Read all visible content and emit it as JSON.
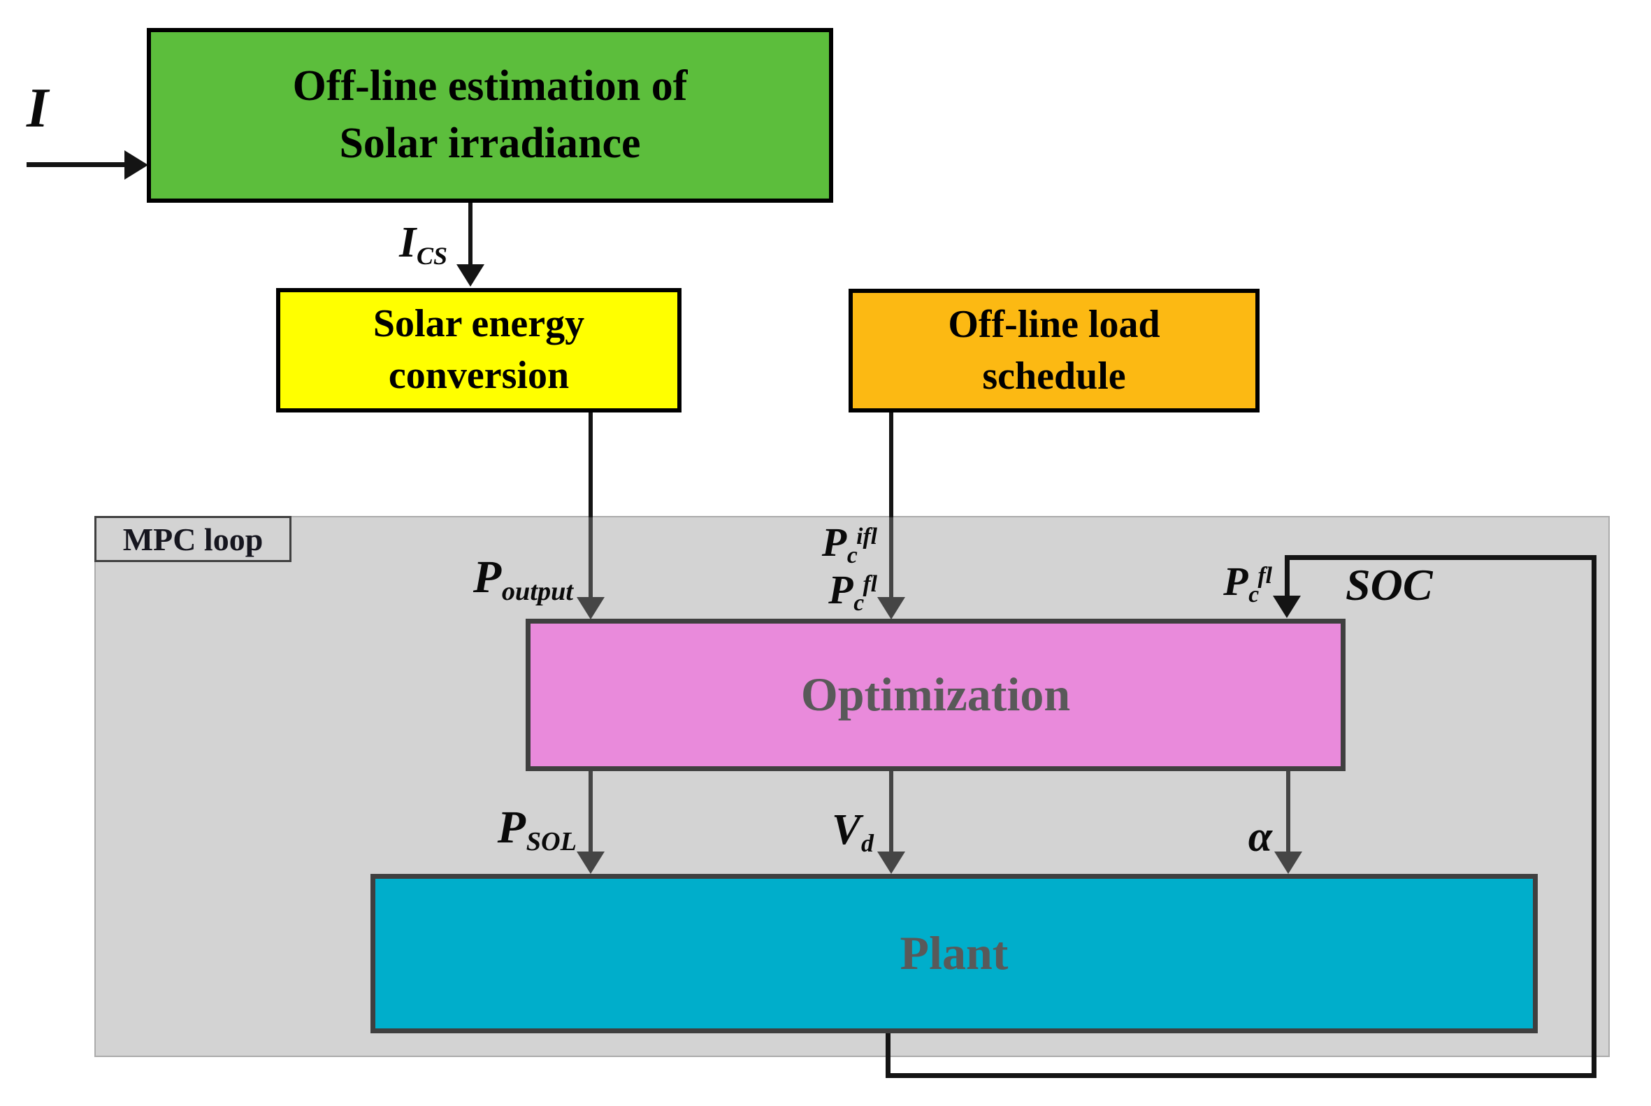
{
  "colors": {
    "green": "#5cbe3c",
    "yellow": "#ffff00",
    "orange": "#fcb913",
    "pink": "#e98adb",
    "cyan": "#00aecb",
    "gray": "#d3d3d3",
    "box_border_dark": "#3f3f3f",
    "inner_text": "#595959",
    "line_black": "#141414",
    "line_gray": "#454545"
  },
  "blocks": {
    "solar_estimation": {
      "line1": "Off-line estimation of",
      "line2": "Solar irradiance"
    },
    "solar_conversion": {
      "line1": "Solar energy",
      "line2": "conversion"
    },
    "load_schedule": {
      "line1": "Off-line load",
      "line2": "schedule"
    },
    "optimization": {
      "label": "Optimization"
    },
    "plant": {
      "label": "Plant"
    }
  },
  "mpc_loop": {
    "label": "MPC loop"
  },
  "signals": {
    "i": {
      "base": "I"
    },
    "ics": {
      "base": "I",
      "sub": "CS"
    },
    "p_output": {
      "base": "P",
      "sub": "output"
    },
    "pc_ifl": {
      "base": "P",
      "sub": "c",
      "sup": "ifl"
    },
    "pc_fl_left": {
      "base": "P",
      "sub": "c",
      "sup": "fl"
    },
    "pc_fl_right": {
      "base": "P",
      "sub": "c",
      "sup": "fl"
    },
    "soc": {
      "base": "SOC"
    },
    "p_sol": {
      "base": "P",
      "sub": "SOL"
    },
    "v_d": {
      "base": "V",
      "sub": "d"
    },
    "alpha": {
      "base": "α"
    }
  }
}
